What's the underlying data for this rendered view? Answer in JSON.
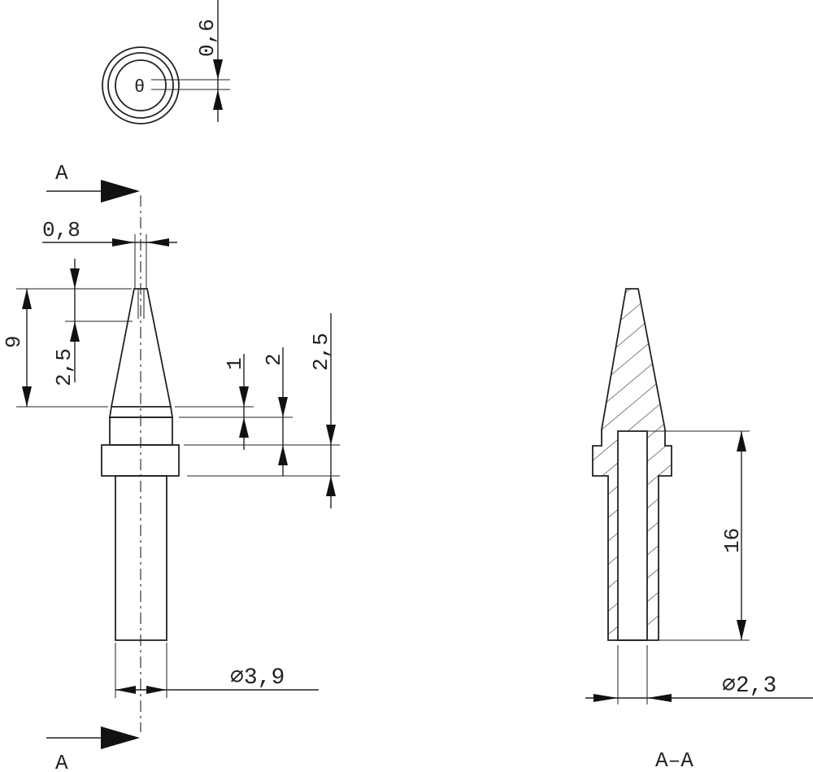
{
  "drawing": {
    "top_view": {
      "diameter_symbol": "θ",
      "slot_width": "0,6"
    },
    "side_view": {
      "section_label_top": "A",
      "section_label_bottom": "A",
      "tip_width": "0,8",
      "tip_length": "9",
      "slot_depth": "2,5",
      "collar_height": "1",
      "step_height": "2",
      "ring_height": "2,5",
      "shank_diameter": "∅3,9"
    },
    "section_view": {
      "bore_depth": "16",
      "bore_diameter": "∅2,3",
      "label": "A–A"
    }
  }
}
